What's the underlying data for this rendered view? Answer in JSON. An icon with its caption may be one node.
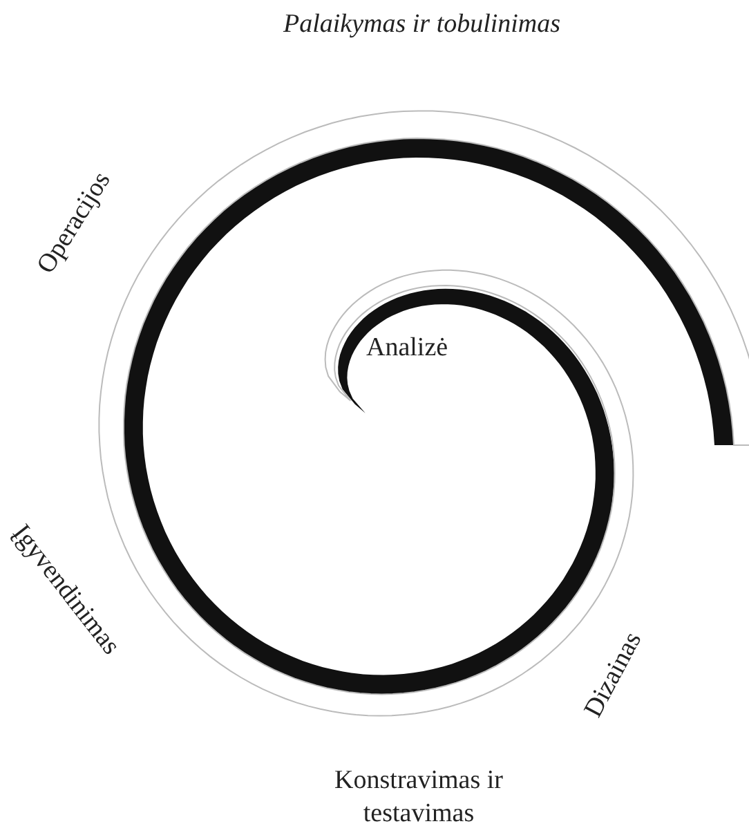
{
  "diagram": {
    "labels": [
      "Palaikymas ir tobulinimas",
      "Operacijos",
      "Analizė",
      "Įgyvendinimas",
      "Dizainas",
      "Konstravimas ir testavimas"
    ]
  }
}
